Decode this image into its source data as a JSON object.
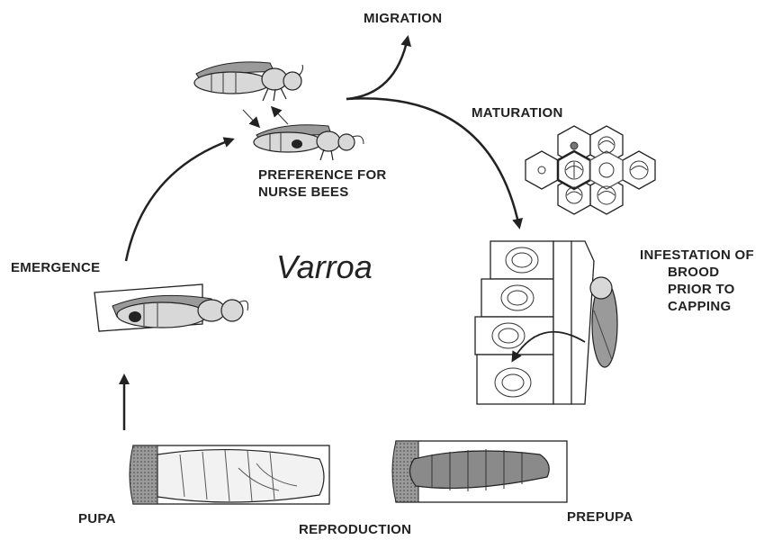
{
  "title": "Varroa",
  "stages": {
    "migration": "MIGRATION",
    "maturation": "MATURATION",
    "preference_line1": "PREFERENCE FOR",
    "preference_line2": "NURSE BEES",
    "infestation_line1": "INFESTATION OF",
    "infestation_line2": "BROOD",
    "infestation_line3": "PRIOR TO",
    "infestation_line4": "CAPPING",
    "emergence": "EMERGENCE",
    "pupa": "PUPA",
    "reproduction": "REPRODUCTION",
    "prepupa": "PREPUPA"
  },
  "colors": {
    "ink": "#222222",
    "bee_wing": "#9a9a9a",
    "bee_body": "#d8d8d8",
    "larva": "#8a8a8a"
  }
}
